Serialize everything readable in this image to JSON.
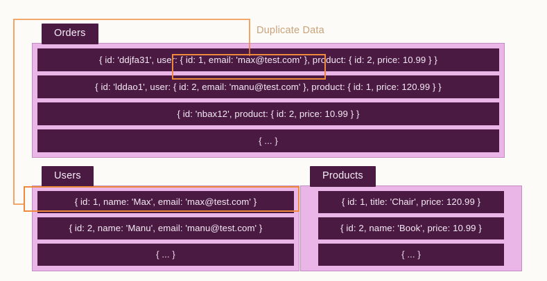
{
  "diagram": {
    "background_color": "#fdfbf7",
    "accent_color": "#ef8a3c",
    "collection_fill": "#eab6e8",
    "document_fill": "#4b1a43",
    "annotation_color": "#c8a27a"
  },
  "annotation": {
    "duplicate_data_label": "Duplicate Data"
  },
  "collections": [
    {
      "name": "orders",
      "tab_label": "Orders",
      "documents": [
        {
          "text": "{ id: 'ddjfa31', user: { id: 1, email: 'max@test.com' }, product: { id: 2, price: 10.99 } }"
        },
        {
          "text": "{ id: 'lddao1', user: { id: 2, email: 'manu@test.com' }, product: { id: 1, price: 120.99 } }"
        },
        {
          "text": "{ id: 'nbax12', product: { id: 2, price: 10.99 } }"
        },
        {
          "text": "{ ... }"
        }
      ]
    },
    {
      "name": "users",
      "tab_label": "Users",
      "documents": [
        {
          "text": "{ id: 1, name: 'Max', email: 'max@test.com' }"
        },
        {
          "text": "{ id: 2, name: 'Manu', email: 'manu@test.com' }"
        },
        {
          "text": "{ ... }"
        }
      ]
    },
    {
      "name": "products",
      "tab_label": "Products",
      "documents": [
        {
          "text": "{ id: 1, title: 'Chair', price: 120.99 }"
        },
        {
          "text": "{ id: 2, name: 'Book', price: 10.99 }"
        },
        {
          "text": "{ ... }"
        }
      ]
    }
  ]
}
